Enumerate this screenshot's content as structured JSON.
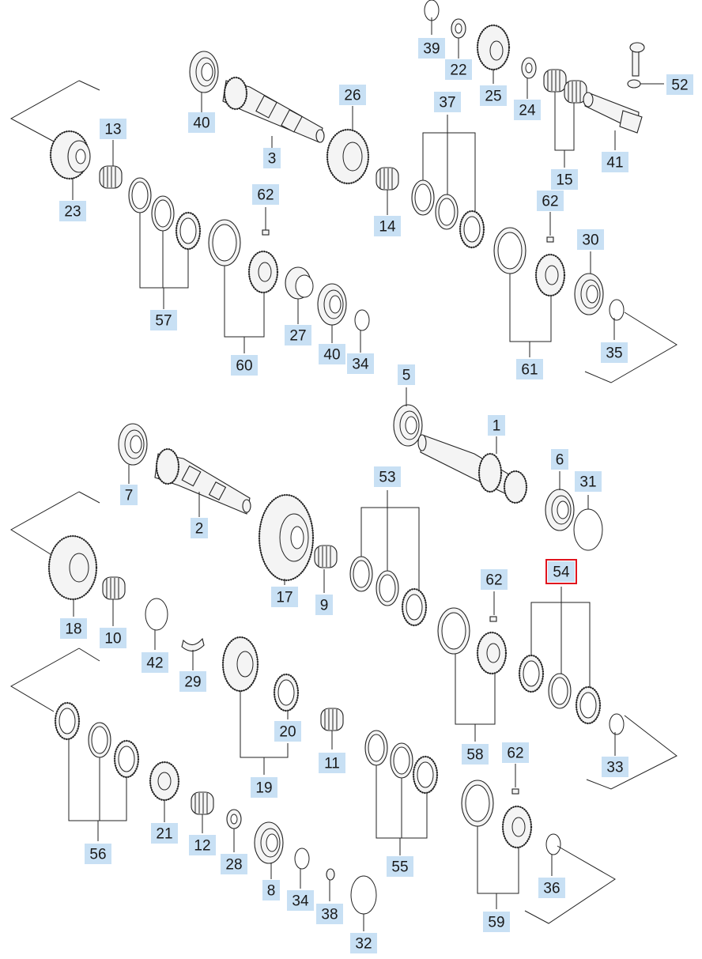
{
  "diagram": {
    "callouts": [
      {
        "id": "c1",
        "text": "1"
      },
      {
        "id": "c2",
        "text": "2"
      },
      {
        "id": "c3",
        "text": "3"
      },
      {
        "id": "c5",
        "text": "5"
      },
      {
        "id": "c6",
        "text": "6"
      },
      {
        "id": "c7",
        "text": "7"
      },
      {
        "id": "c8",
        "text": "8"
      },
      {
        "id": "c9",
        "text": "9"
      },
      {
        "id": "c10",
        "text": "10"
      },
      {
        "id": "c11",
        "text": "11"
      },
      {
        "id": "c12",
        "text": "12"
      },
      {
        "id": "c13",
        "text": "13"
      },
      {
        "id": "c14",
        "text": "14"
      },
      {
        "id": "c15",
        "text": "15"
      },
      {
        "id": "c17",
        "text": "17"
      },
      {
        "id": "c18",
        "text": "18"
      },
      {
        "id": "c19",
        "text": "19"
      },
      {
        "id": "c20",
        "text": "20"
      },
      {
        "id": "c21",
        "text": "21"
      },
      {
        "id": "c22",
        "text": "22"
      },
      {
        "id": "c23",
        "text": "23"
      },
      {
        "id": "c24",
        "text": "24"
      },
      {
        "id": "c25",
        "text": "25"
      },
      {
        "id": "c26",
        "text": "26"
      },
      {
        "id": "c27",
        "text": "27"
      },
      {
        "id": "c28",
        "text": "28"
      },
      {
        "id": "c29",
        "text": "29"
      },
      {
        "id": "c30",
        "text": "30"
      },
      {
        "id": "c31",
        "text": "31"
      },
      {
        "id": "c32",
        "text": "32"
      },
      {
        "id": "c33",
        "text": "33"
      },
      {
        "id": "c34a",
        "text": "34"
      },
      {
        "id": "c34b",
        "text": "34"
      },
      {
        "id": "c35",
        "text": "35"
      },
      {
        "id": "c36",
        "text": "36"
      },
      {
        "id": "c37",
        "text": "37"
      },
      {
        "id": "c38",
        "text": "38"
      },
      {
        "id": "c39",
        "text": "39"
      },
      {
        "id": "c40a",
        "text": "40"
      },
      {
        "id": "c40b",
        "text": "40"
      },
      {
        "id": "c41",
        "text": "41"
      },
      {
        "id": "c42",
        "text": "42"
      },
      {
        "id": "c52",
        "text": "52"
      },
      {
        "id": "c53",
        "text": "53"
      },
      {
        "id": "c54",
        "text": "54",
        "highlighted": true
      },
      {
        "id": "c55",
        "text": "55"
      },
      {
        "id": "c56",
        "text": "56"
      },
      {
        "id": "c57",
        "text": "57"
      },
      {
        "id": "c58",
        "text": "58"
      },
      {
        "id": "c59",
        "text": "59"
      },
      {
        "id": "c60",
        "text": "60"
      },
      {
        "id": "c61",
        "text": "61"
      },
      {
        "id": "c62a",
        "text": "62"
      },
      {
        "id": "c62b",
        "text": "62"
      },
      {
        "id": "c62c",
        "text": "62"
      },
      {
        "id": "c62d",
        "text": "62"
      }
    ],
    "colors": {
      "label_fill": "#c8e0f4",
      "highlight_border": "#e0141e",
      "line": "#222222"
    }
  }
}
